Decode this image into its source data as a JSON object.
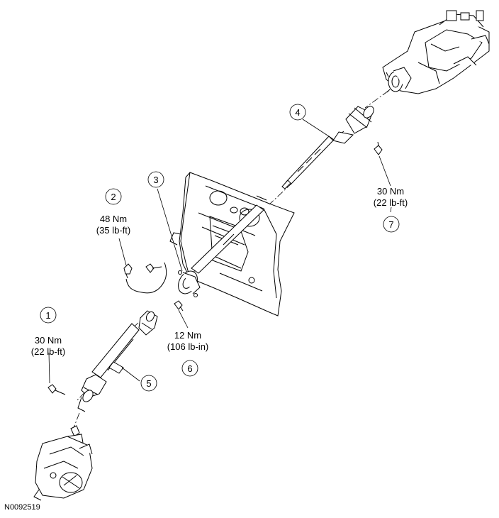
{
  "figure_id": "N0092519",
  "callouts": [
    {
      "number": "1",
      "torque_metric": "30 Nm",
      "torque_imperial": "(22 lb-ft)"
    },
    {
      "number": "2",
      "torque_metric": "48 Nm",
      "torque_imperial": "(35 lb-ft)"
    },
    {
      "number": "3"
    },
    {
      "number": "4"
    },
    {
      "number": "5"
    },
    {
      "number": "6",
      "torque_metric": "12 Nm",
      "torque_imperial": "(106 lb-in)"
    },
    {
      "number": "7",
      "torque_metric": "30 Nm",
      "torque_imperial": "(22 lb-ft)"
    }
  ],
  "colors": {
    "line": "#000000",
    "background": "#ffffff",
    "fill": "#ffffff"
  }
}
